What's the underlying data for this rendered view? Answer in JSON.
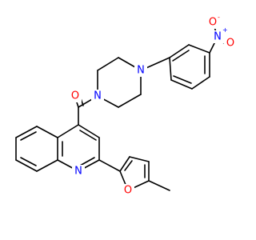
{
  "molecule": {
    "atoms": {
      "amide_O": "O",
      "piperazine_N1": "N",
      "piperazine_N4": "N",
      "nitro_N": "N",
      "nitro_O_minus": "O",
      "nitro_O_minus_charge": "-",
      "nitro_N_charge": "+",
      "nitro_O": "O",
      "quinoline_N": "N",
      "furan_O": "O"
    },
    "colors": {
      "oxygen": "#ff0000",
      "nitrogen": "#0000ff",
      "bond": "#000000"
    }
  }
}
